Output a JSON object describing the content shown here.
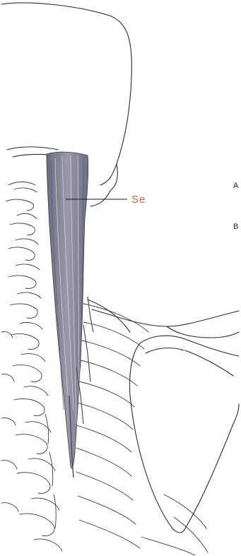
{
  "labels": {
    "muscle": "Se",
    "side_a": "A",
    "side_b": "B"
  },
  "colors": {
    "line": "#2a2a2a",
    "label": "#d0643c",
    "muscle_fill": "#8f8fa0"
  }
}
